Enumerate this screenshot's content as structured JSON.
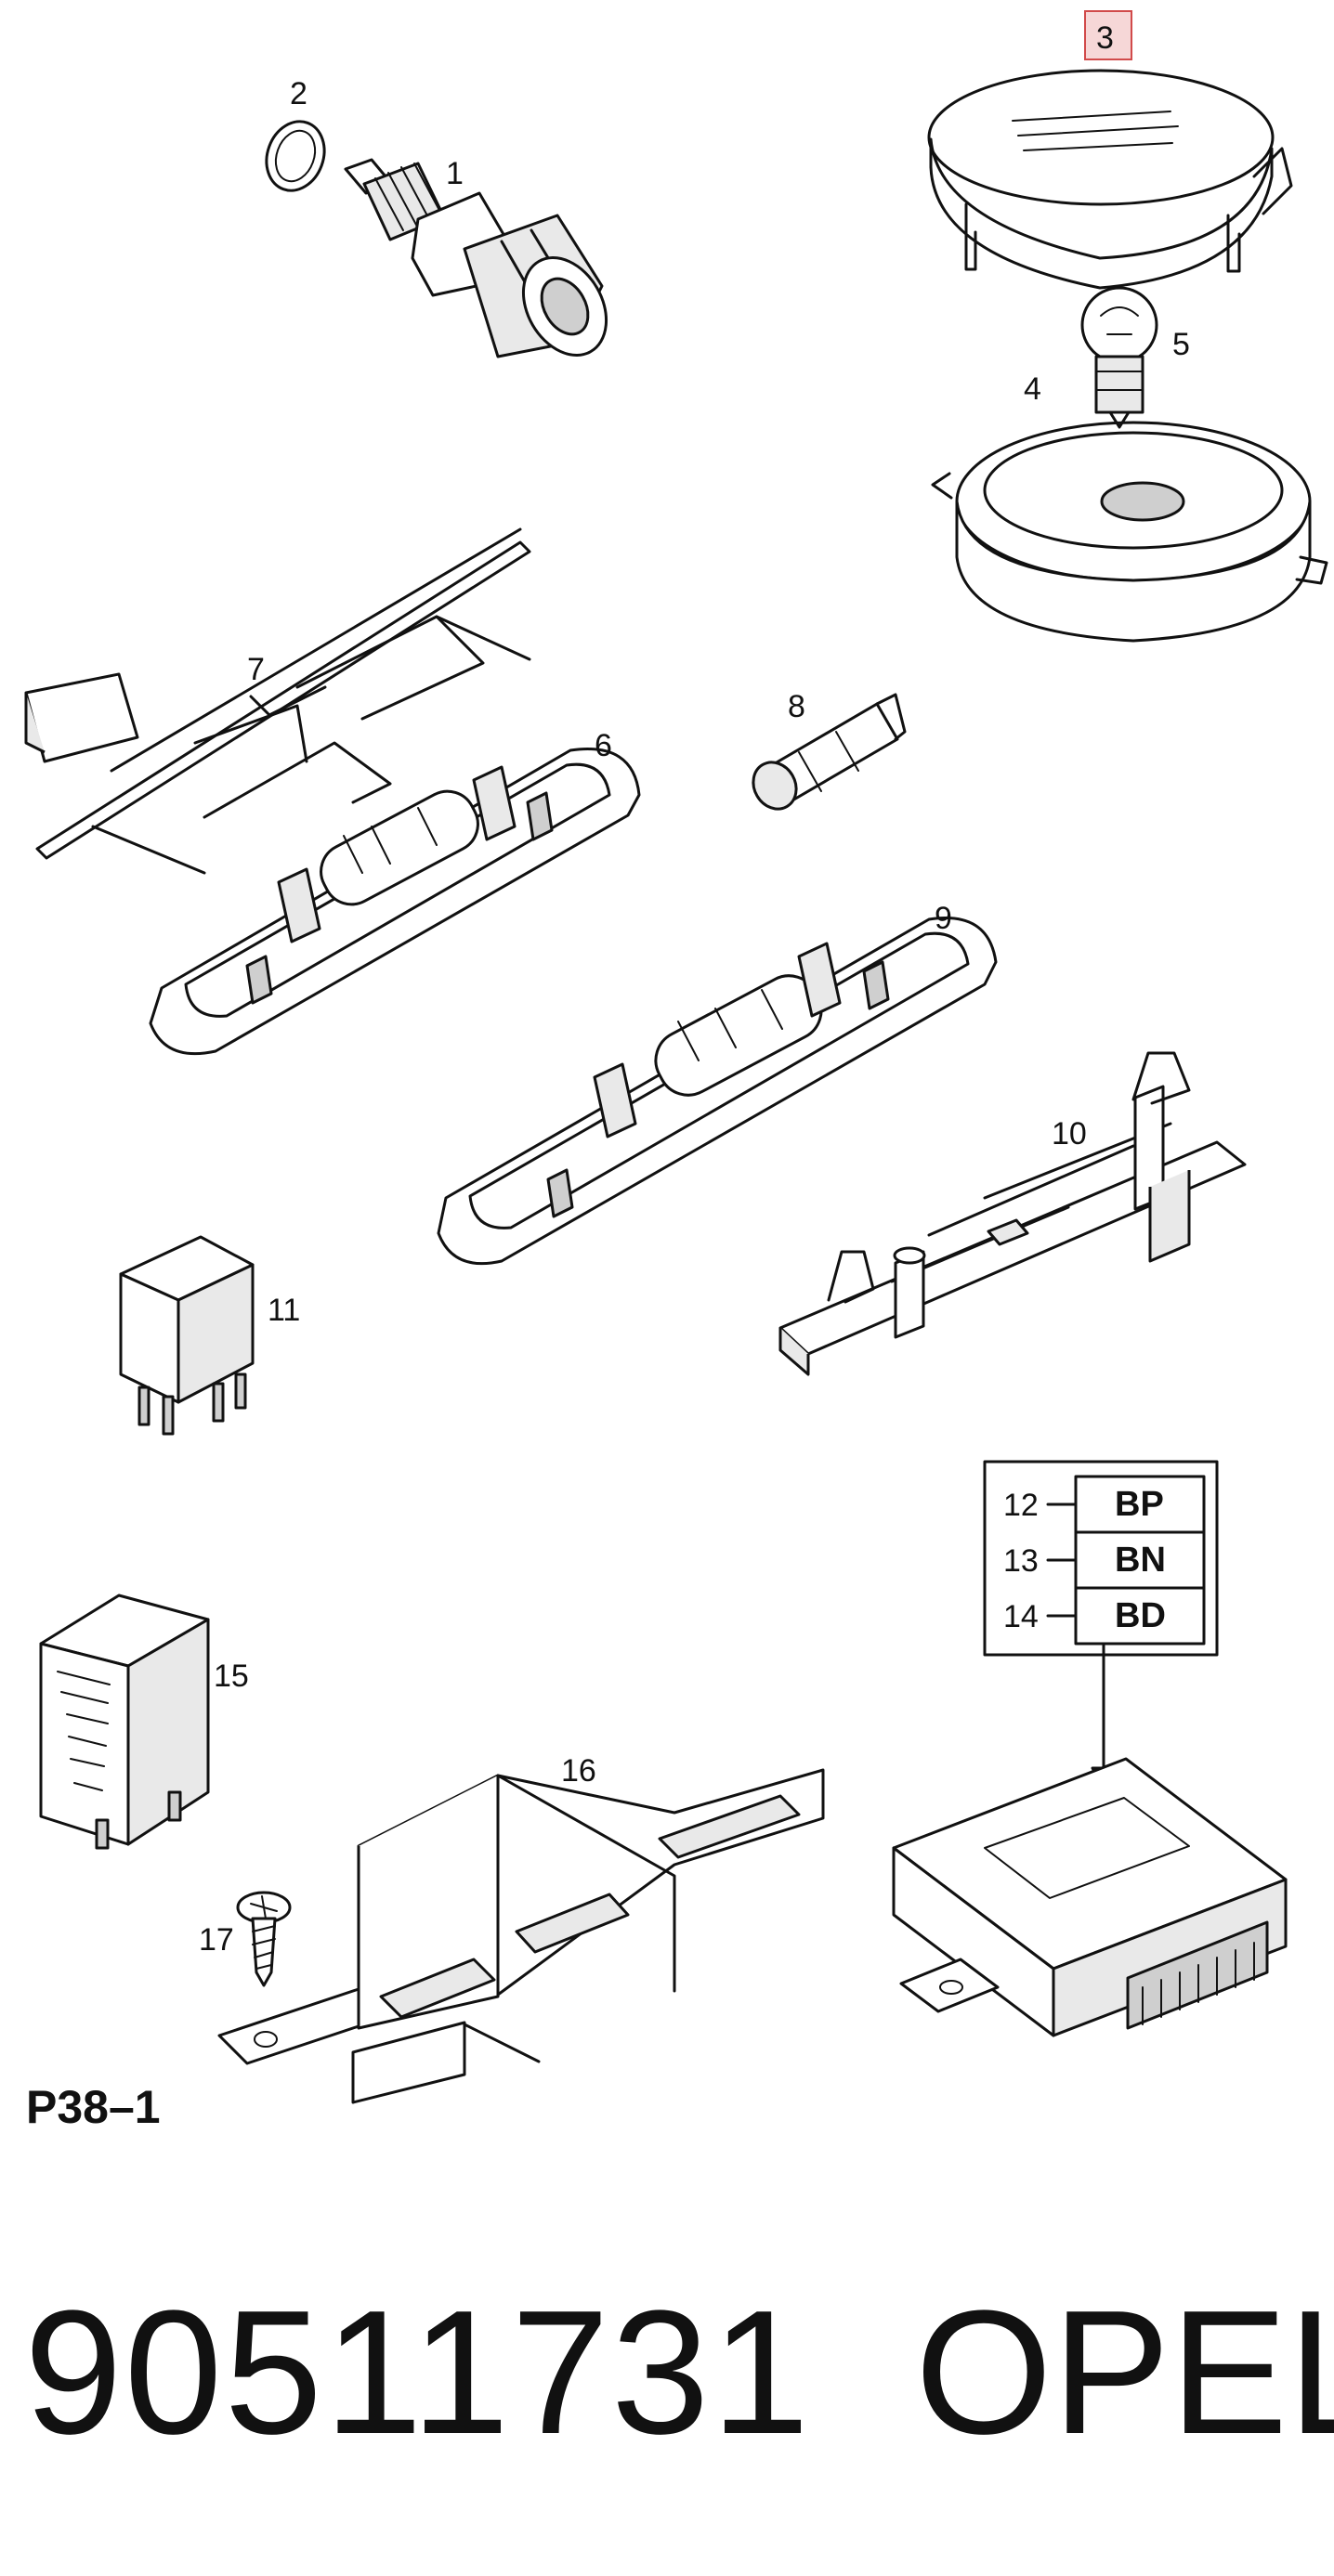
{
  "diagram": {
    "reference": "P38–1",
    "selected_part": "3",
    "part_labels": [
      "1",
      "2",
      "3",
      "4",
      "5",
      "6",
      "7",
      "8",
      "9",
      "10",
      "11",
      "12",
      "13",
      "14",
      "15",
      "16",
      "17"
    ],
    "connector_codes": [
      {
        "num": "12",
        "code": "BP"
      },
      {
        "num": "13",
        "code": "BN"
      },
      {
        "num": "14",
        "code": "BD"
      }
    ]
  },
  "footer": {
    "part_number": "90511731",
    "brand": "OPEL"
  }
}
